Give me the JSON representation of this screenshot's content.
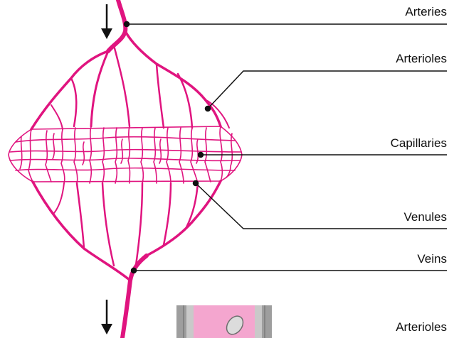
{
  "diagram": {
    "labels": {
      "arteries": "Arteries",
      "arterioles": "Arterioles",
      "capillaries": "Capillaries",
      "venules": "Venules",
      "veins": "Veins",
      "arterioles_bottom": "Arterioles"
    },
    "colors": {
      "vessel": "#e0147f",
      "leader": "#111111",
      "inset_fill": "#f4a6cf",
      "inset_wall": "#9e9e9e"
    }
  }
}
